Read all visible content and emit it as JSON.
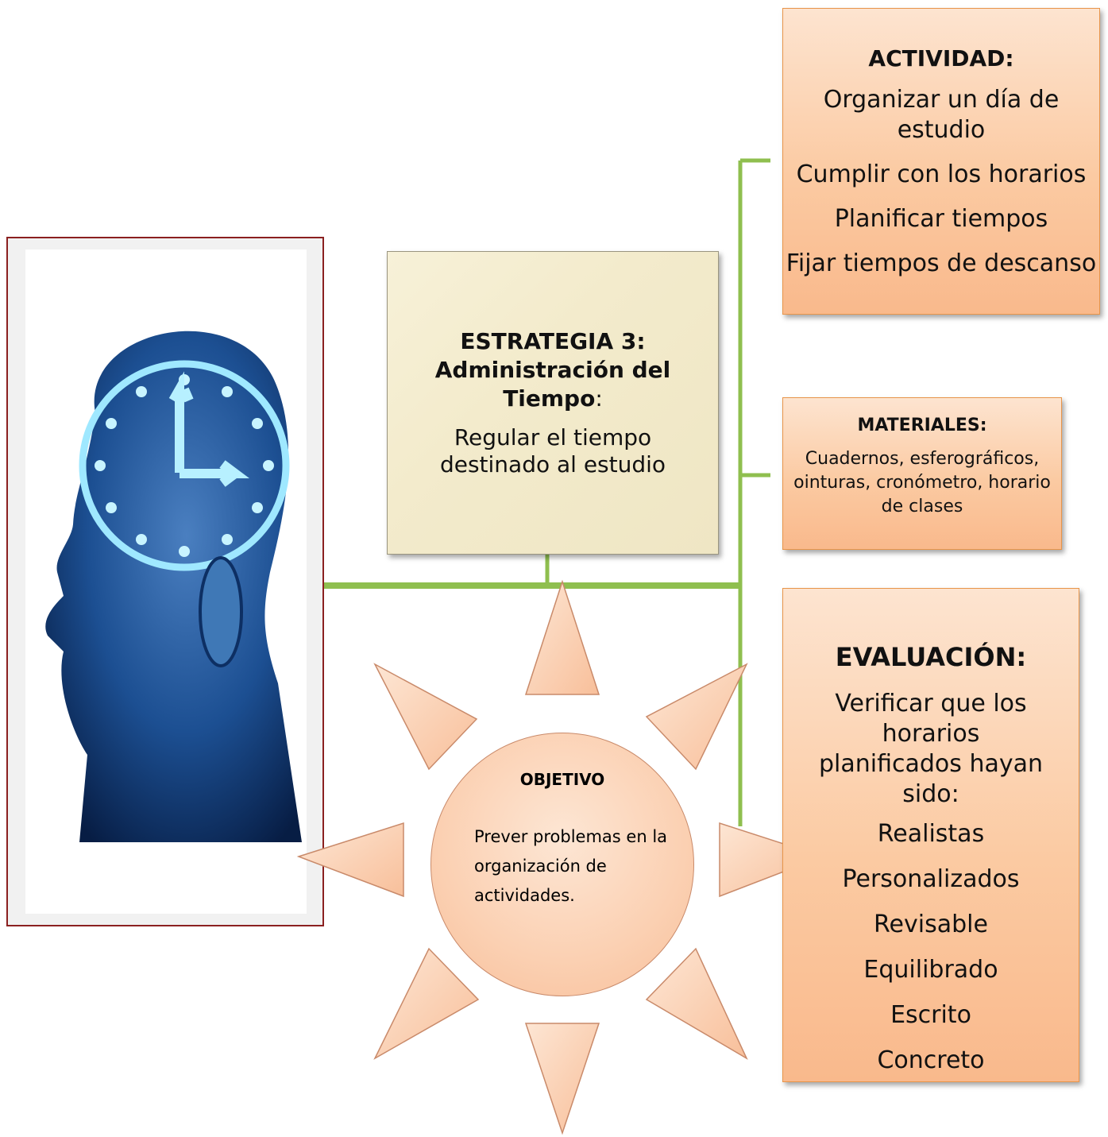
{
  "strategy": {
    "title_line1": "ESTRATEGIA 3:",
    "title_line2": "Administración del",
    "title_line3": "Tiempo",
    "title_colon": ":",
    "description": "Regular el tiempo destinado al estudio"
  },
  "activity": {
    "heading": "ACTIVIDAD:",
    "items": [
      "Organizar un día de estudio",
      "Cumplir con los horarios",
      "Planificar tiempos",
      "Fijar tiempos de descanso"
    ]
  },
  "materials": {
    "heading": "MATERIALES:",
    "body": "Cuadernos, esferográficos, ointuras, cronómetro, horario de clases"
  },
  "evaluation": {
    "heading": "EVALUACIÓN:",
    "intro": "Verificar que los horarios planificados hayan sido:",
    "items": [
      "Realistas",
      "Personalizados",
      "Revisable",
      "Equilibrado",
      "Escrito",
      "Concreto"
    ]
  },
  "objective": {
    "heading": "OBJETIVO",
    "body": "Prever problemas en la organización de actividades."
  },
  "colors": {
    "connector": "#8fbf4f",
    "orange_border": "#e8954a",
    "frame": "#8b2020"
  },
  "image": {
    "icon": "head-clock-icon"
  }
}
